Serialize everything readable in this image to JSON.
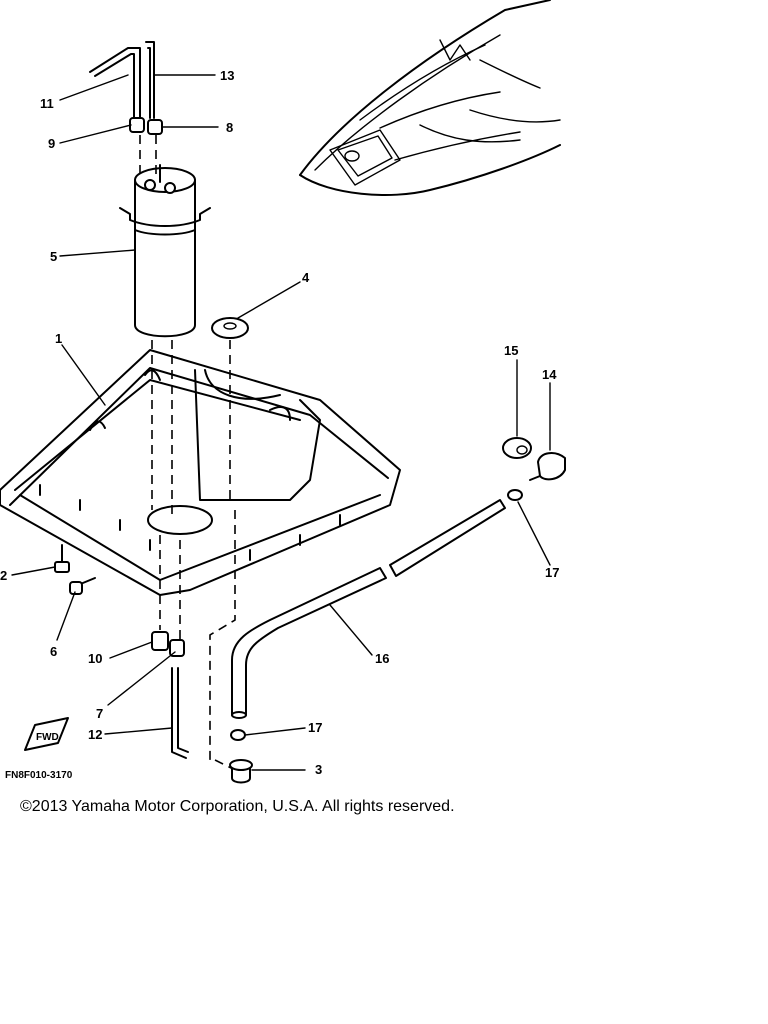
{
  "diagram": {
    "callouts": [
      "1",
      "2",
      "3",
      "4",
      "5",
      "6",
      "7",
      "8",
      "9",
      "10",
      "11",
      "12",
      "13",
      "14",
      "15",
      "16",
      "17",
      "17"
    ],
    "figure_code": "FN8F010-3170",
    "front_marker": "FWD"
  },
  "footer": {
    "copyright": "©2013 Yamaha Motor Corporation, U.S.A. All rights reserved."
  }
}
